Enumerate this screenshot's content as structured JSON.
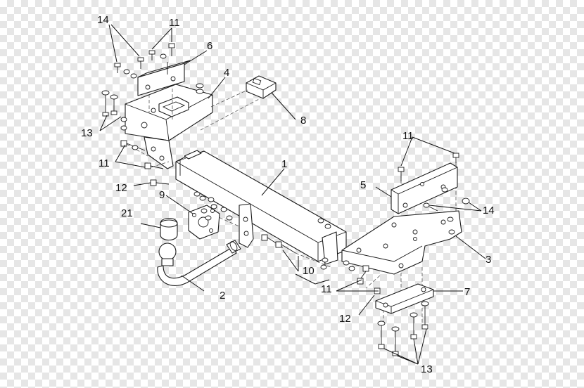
{
  "callouts": {
    "c1": "1",
    "c2": "2",
    "c3": "3",
    "c4": "4",
    "c5": "5",
    "c6": "6",
    "c7": "7",
    "c8": "8",
    "c9": "9",
    "c10": "10",
    "c11_top_left": "11",
    "c11_mid_left": "11",
    "c11_top_right": "11",
    "c11_bottom": "11",
    "c12_left": "12",
    "c12_bottom": "12",
    "c13_left": "13",
    "c13_bottom": "13",
    "c14_left": "14",
    "c14_right": "14",
    "c21": "21"
  },
  "colors": {
    "line": "#1a1a1a",
    "checker": "#e6e6e6"
  }
}
